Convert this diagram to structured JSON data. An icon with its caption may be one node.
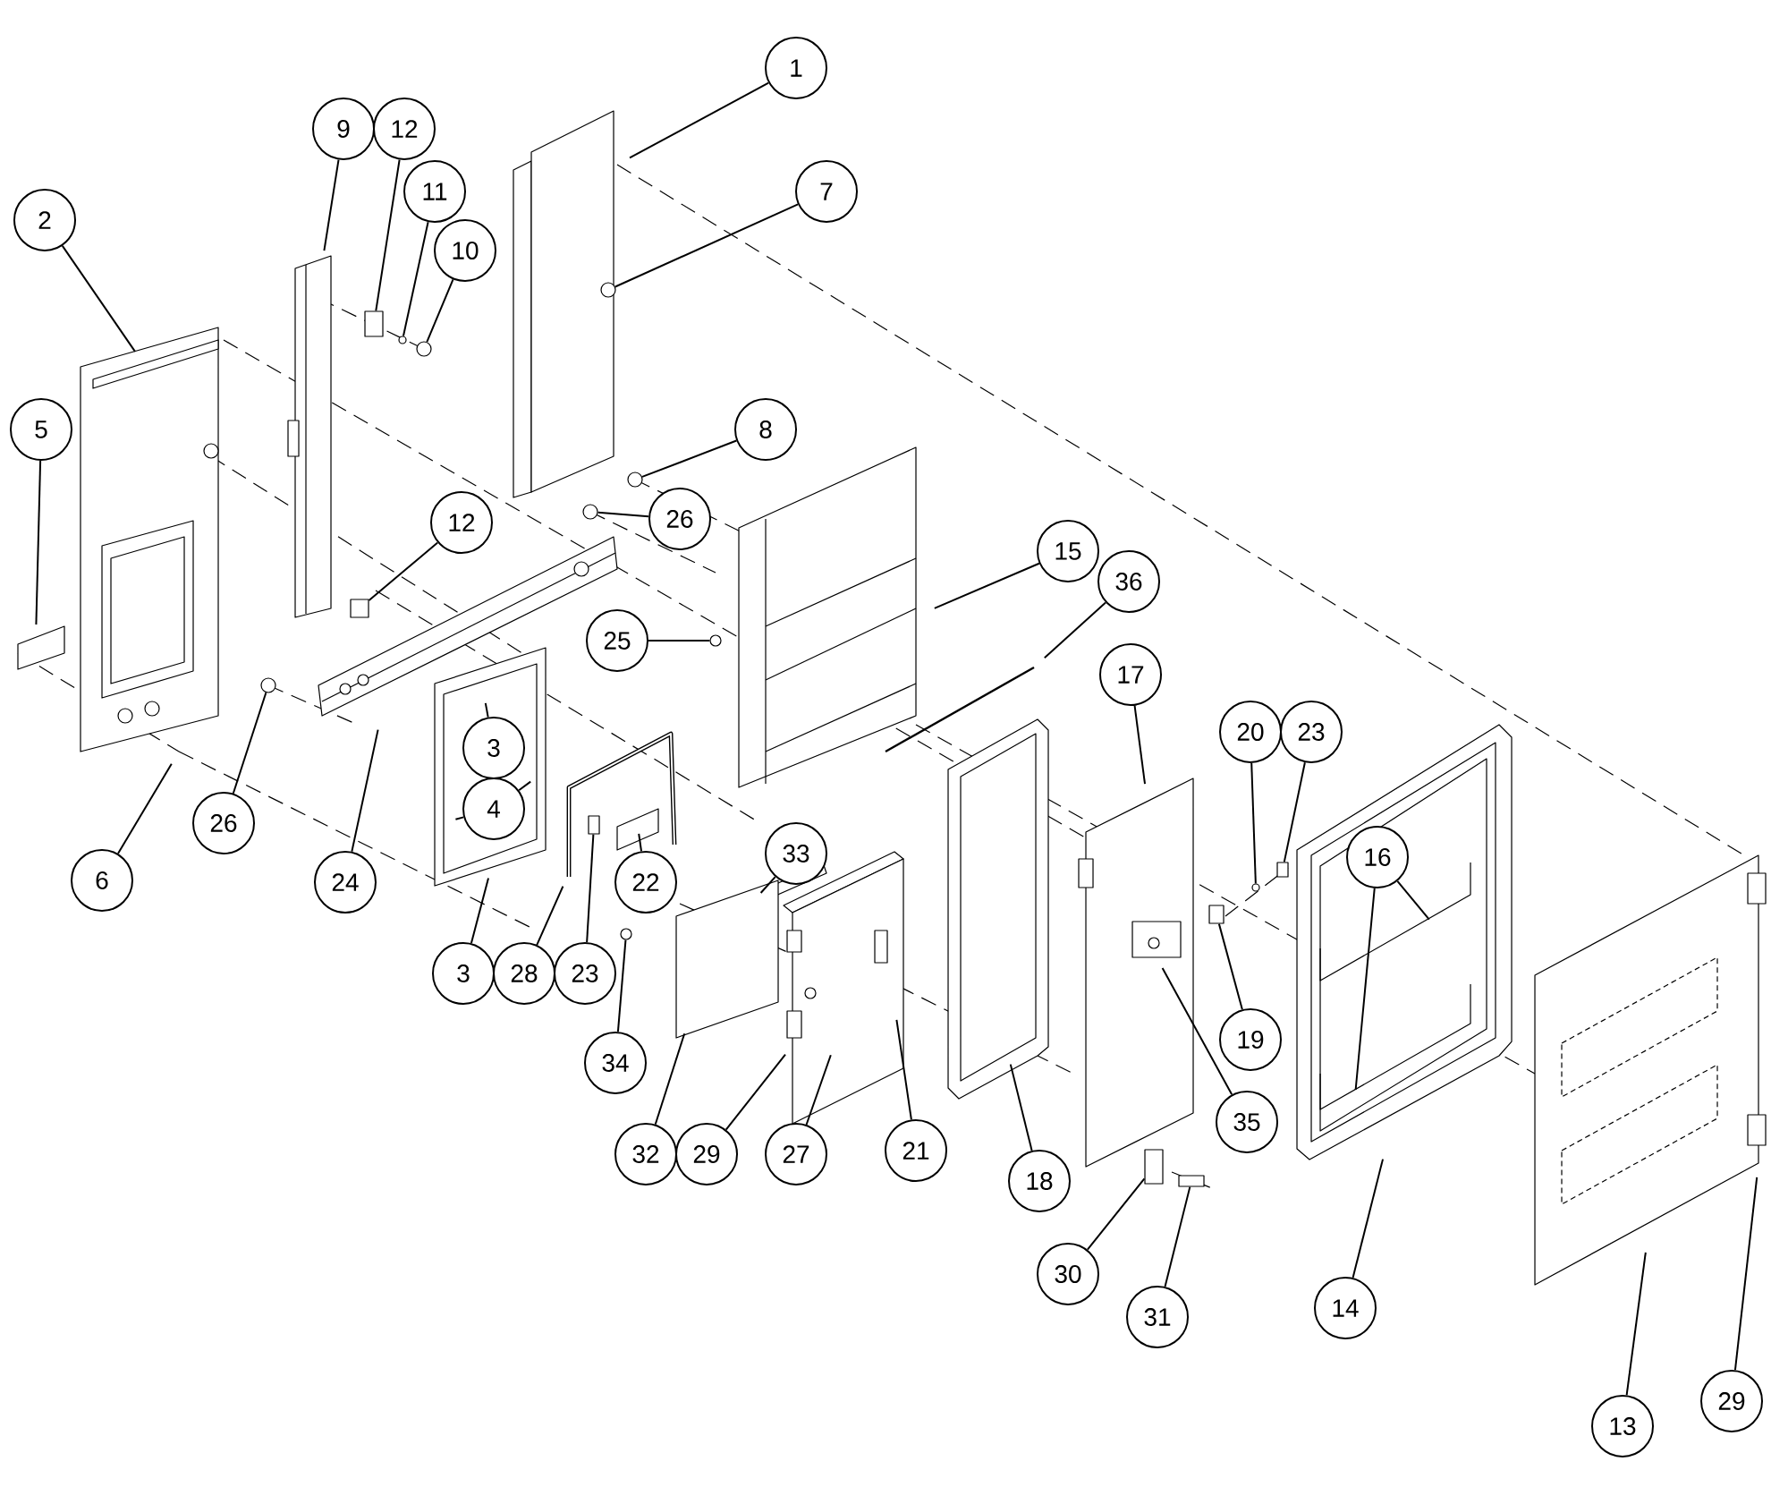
{
  "diagram": {
    "nodes": [
      {
        "text": [
          "9"
        ]
      },
      {
        "text": [
          "12"
        ]
      },
      {
        "text": [
          "1"
        ]
      },
      {
        "text": [
          "11"
        ]
      },
      {
        "text": [
          "7"
        ]
      },
      {
        "text": [
          "2"
        ]
      },
      {
        "text": [
          "10"
        ]
      },
      {
        "text": [
          "5"
        ]
      },
      {
        "text": [
          "8"
        ]
      },
      {
        "text": [
          "26"
        ]
      },
      {
        "text": [
          "12"
        ]
      },
      {
        "text": [
          "15"
        ]
      },
      {
        "text": [
          "36"
        ]
      },
      {
        "text": [
          "25"
        ]
      },
      {
        "text": [
          "17"
        ]
      },
      {
        "text": [
          "20"
        ]
      },
      {
        "text": [
          "23"
        ]
      },
      {
        "text": [
          "3"
        ]
      },
      {
        "text": [
          "4"
        ]
      },
      {
        "text": [
          "26"
        ]
      },
      {
        "text": [
          "16"
        ]
      },
      {
        "text": [
          "33"
        ]
      },
      {
        "text": [
          "6"
        ]
      },
      {
        "text": [
          "24"
        ]
      },
      {
        "text": [
          "22"
        ]
      },
      {
        "text": [
          "3"
        ]
      },
      {
        "text": [
          "28"
        ]
      },
      {
        "text": [
          "23"
        ]
      },
      {
        "text": [
          "19"
        ]
      },
      {
        "text": [
          "34"
        ]
      },
      {
        "text": [
          "35"
        ]
      },
      {
        "text": [
          "21"
        ]
      },
      {
        "text": [
          "32"
        ]
      },
      {
        "text": [
          "29"
        ]
      },
      {
        "text": [
          "27"
        ]
      },
      {
        "text": [
          "18"
        ]
      },
      {
        "text": [
          "30"
        ]
      },
      {
        "text": [
          "14"
        ]
      },
      {
        "text": [
          "31"
        ]
      },
      {
        "text": [
          "29"
        ]
      },
      {
        "text": [
          "13"
        ]
      },
      {
        "text": [],
        "shape": "circle"
      },
      {
        "text": [],
        "shape": "box"
      },
      {
        "text": [],
        "shape": "box"
      },
      {
        "text": [],
        "shape": "circle"
      },
      {
        "text": [],
        "shape": "circle"
      },
      {
        "text": [],
        "shape": "box"
      },
      {
        "text": [],
        "shape": "circle"
      },
      {
        "text": [],
        "shape": "circle"
      },
      {
        "text": [],
        "shape": "circle"
      },
      {
        "text": [],
        "shape": "circle"
      },
      {
        "text": [],
        "shape": "circle"
      },
      {
        "text": [],
        "shape": "box"
      },
      {
        "text": [],
        "shape": "box"
      },
      {
        "text": [],
        "shape": "box"
      },
      {
        "text": [],
        "shape": "circle"
      },
      {
        "text": [],
        "shape": "box"
      }
    ],
    "edges": [
      {
        "from": 0,
        "to": null,
        "arrow": "none"
      },
      {
        "from": 1,
        "to": 43,
        "arrow": "none"
      },
      {
        "from": 2,
        "to": null,
        "arrow": "none"
      },
      {
        "from": 3,
        "to": 44,
        "arrow": "none"
      },
      {
        "from": 4,
        "to": 48,
        "arrow": "none"
      },
      {
        "from": 5,
        "to": null,
        "arrow": "none"
      },
      {
        "from": 6,
        "to": 45,
        "arrow": "none"
      },
      {
        "from": 7,
        "to": null,
        "arrow": "none"
      },
      {
        "from": 8,
        "to": 50,
        "arrow": "none"
      },
      {
        "from": 9,
        "to": 47,
        "arrow": "none"
      },
      {
        "from": 10,
        "to": 42,
        "arrow": "none"
      },
      {
        "from": 11,
        "to": null,
        "arrow": "none"
      },
      {
        "from": 12,
        "to": null,
        "arrow": "none"
      },
      {
        "from": 13,
        "to": 51,
        "arrow": "none"
      },
      {
        "from": 14,
        "to": null,
        "arrow": "none"
      },
      {
        "from": 15,
        "to": 55,
        "arrow": "none"
      },
      {
        "from": 16,
        "to": 56,
        "arrow": "none"
      },
      {
        "from": 17,
        "to": null,
        "arrow": "none"
      },
      {
        "from": 18,
        "to": null,
        "arrow": "none"
      },
      {
        "from": 18,
        "to": null,
        "arrow": "none"
      },
      {
        "from": 19,
        "to": 41,
        "arrow": "none"
      },
      {
        "from": 20,
        "to": null,
        "arrow": "none"
      },
      {
        "from": 20,
        "to": null,
        "arrow": "none"
      },
      {
        "from": 21,
        "to": null,
        "arrow": "none"
      },
      {
        "from": 22,
        "to": null,
        "arrow": "none"
      },
      {
        "from": 23,
        "to": null,
        "arrow": "none"
      },
      {
        "from": 24,
        "to": null,
        "arrow": "none"
      },
      {
        "from": 25,
        "to": null,
        "arrow": "none"
      },
      {
        "from": 26,
        "to": null,
        "arrow": "none"
      },
      {
        "from": 27,
        "to": 46,
        "arrow": "none"
      },
      {
        "from": 28,
        "to": 54,
        "arrow": "none"
      },
      {
        "from": 29,
        "to": 49,
        "arrow": "none"
      },
      {
        "from": 30,
        "to": null,
        "arrow": "none"
      },
      {
        "from": 31,
        "to": null,
        "arrow": "none"
      },
      {
        "from": 32,
        "to": null,
        "arrow": "none"
      },
      {
        "from": 33,
        "to": null,
        "arrow": "none"
      },
      {
        "from": 34,
        "to": null,
        "arrow": "none"
      },
      {
        "from": 35,
        "to": null,
        "arrow": "none"
      },
      {
        "from": 36,
        "to": 52,
        "arrow": "none"
      },
      {
        "from": 37,
        "to": null,
        "arrow": "none"
      },
      {
        "from": 38,
        "to": 53,
        "arrow": "none"
      },
      {
        "from": 39,
        "to": null,
        "arrow": "none"
      },
      {
        "from": 40,
        "to": null,
        "arrow": "none"
      }
    ]
  }
}
